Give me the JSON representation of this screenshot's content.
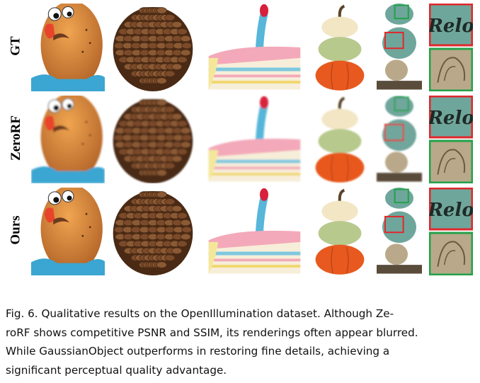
{
  "figure": {
    "row_labels": [
      "GT",
      "ZeroRF",
      "Ours"
    ],
    "colors": {
      "potato": "#d9893a",
      "potato_shade": "#b5662a",
      "nose": "#e8442c",
      "mustache": "#6b3a1f",
      "blue": "#3aa6d1",
      "cone": "#7a4a2a",
      "cone_dark": "#4a2a14",
      "cake_pink": "#f3a9b9",
      "cake_cream": "#f7eed9",
      "candle_blue": "#57b6d9",
      "candle_red": "#d8203a",
      "pumpkin_cream": "#f2e6c4",
      "pumpkin_green": "#b7c98d",
      "pumpkin_orange": "#e8591f",
      "stone_teal": "#6fa69c",
      "stone_light": "#b9a98a",
      "stone_base": "#5a4c3a",
      "box_red": "#e0282c",
      "box_green": "#22a24a"
    },
    "stone_text": "Relo"
  },
  "caption": {
    "lines": [
      "Fig. 6.  Qualitative results on the OpenIllumination dataset. Although Ze-",
      "roRF shows competitive PSNR and SSIM, its renderings often appear blurred.",
      "While GaussianObject outperforms in restoring fine details, achieving a",
      "significant perceptual quality advantage."
    ]
  }
}
